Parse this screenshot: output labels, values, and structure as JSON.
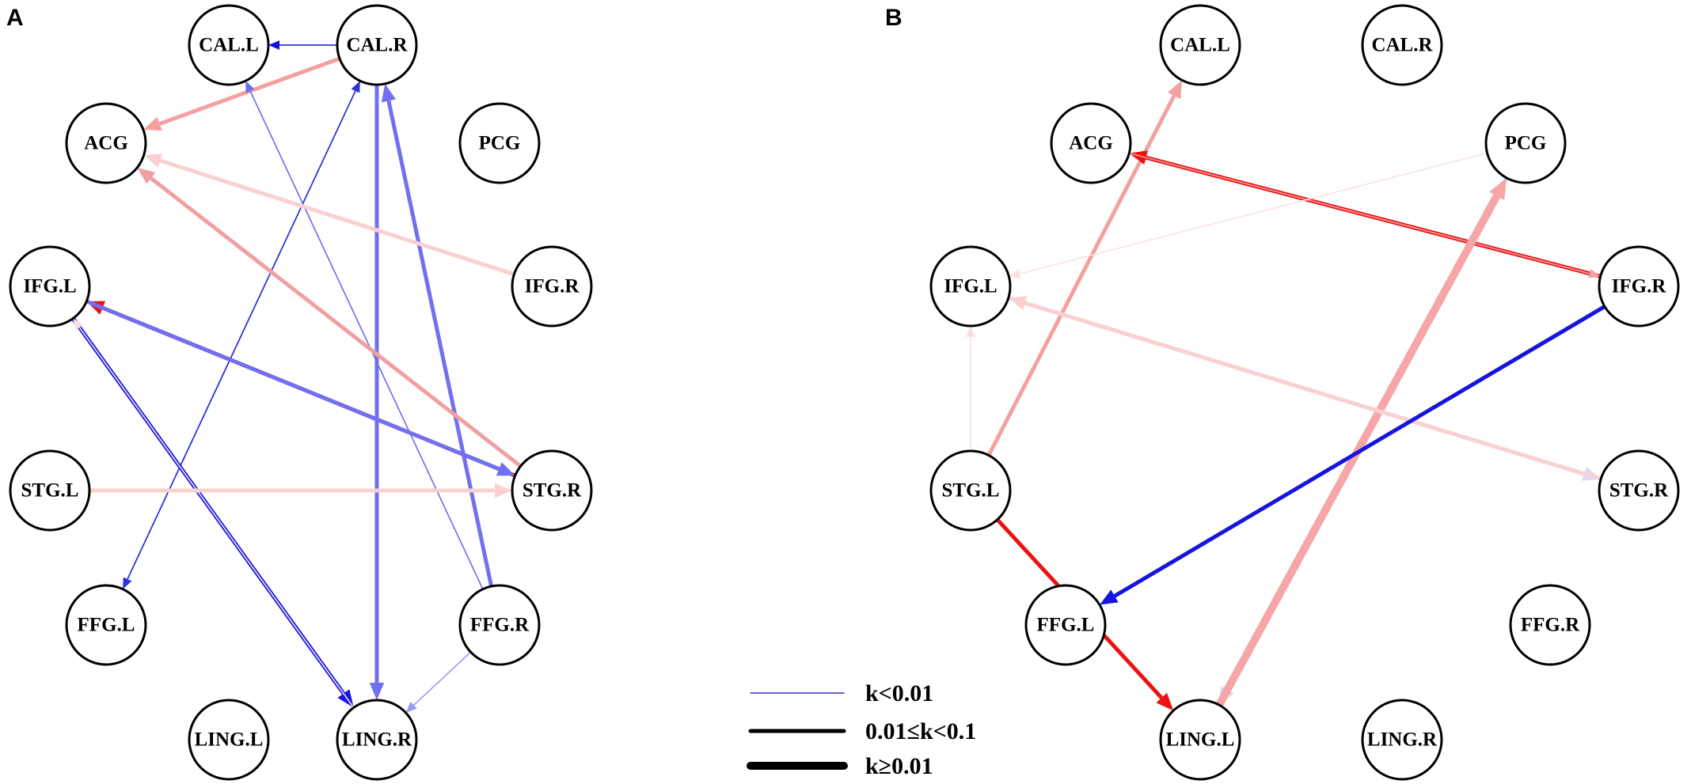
{
  "panels": [
    {
      "id": "A",
      "letter": "A",
      "nodes": [
        "CAL.L",
        "CAL.R",
        "ACG",
        "PCG",
        "IFG.L",
        "IFG.R",
        "STG.L",
        "STG.R",
        "FFG.L",
        "FFG.R",
        "LING.L",
        "LING.R"
      ],
      "edges": [
        {
          "from": "CAL.R",
          "to": "CAL.L",
          "sign": "negative",
          "color": "#1010e0",
          "weight": "k<0.01",
          "opacity": 1.0
        },
        {
          "from": "CAL.R",
          "to": "ACG",
          "sign": "positive",
          "color": "#f4a0a0",
          "weight": "0.01≤k<0.1",
          "opacity": 1.0
        },
        {
          "from": "CAL.R",
          "to": "FFG.L",
          "sign": "negative",
          "color": "#3030e0",
          "weight": "k<0.01",
          "opacity": 1.0
        },
        {
          "from": "CAL.R",
          "to": "LING.R",
          "sign": "negative",
          "color": "#7070f0",
          "weight": "0.01≤k<0.1",
          "opacity": 1.0
        },
        {
          "from": "FFG.L",
          "to": "CAL.R",
          "sign": "negative",
          "color": "#3030e0",
          "weight": "k<0.01",
          "opacity": 1.0
        },
        {
          "from": "FFG.R",
          "to": "CAL.R",
          "sign": "negative",
          "color": "#7070f0",
          "weight": "0.01≤k<0.1",
          "opacity": 1.0
        },
        {
          "from": "FFG.R",
          "to": "CAL.L",
          "sign": "negative",
          "color": "#6a6af0",
          "weight": "k<0.01",
          "opacity": 1.0
        },
        {
          "from": "FFG.R",
          "to": "LING.R",
          "sign": "negative",
          "color": "#9a9af5",
          "weight": "k<0.01",
          "opacity": 1.0
        },
        {
          "from": "IFG.R",
          "to": "ACG",
          "sign": "positive",
          "color": "#fad0d0",
          "weight": "0.01≤k<0.1",
          "opacity": 1.0
        },
        {
          "from": "STG.R",
          "to": "ACG",
          "sign": "positive",
          "color": "#f0a0a0",
          "weight": "0.01≤k<0.1",
          "opacity": 1.0
        },
        {
          "from": "STG.R",
          "to": "IFG.L",
          "sign": "positive",
          "color": "#ee1111",
          "weight": "0.01≤k<0.1",
          "opacity": 1.0
        },
        {
          "from": "IFG.L",
          "to": "STG.R",
          "sign": "negative",
          "color": "#7070f0",
          "weight": "0.01≤k<0.1",
          "opacity": 1.0
        },
        {
          "from": "IFG.L",
          "to": "LING.R",
          "sign": "negative",
          "color": "#1515e5",
          "weight": "0.01≤k<0.1",
          "opacity": 1.0
        },
        {
          "from": "STG.L",
          "to": "STG.R",
          "sign": "positive",
          "color": "#fad0d0",
          "weight": "0.01≤k<0.1",
          "opacity": 1.0
        },
        {
          "from": "LING.R",
          "to": "IFG.L",
          "sign": "positive",
          "color": "#fbe0e0",
          "weight": "k<0.01",
          "opacity": 1.0
        }
      ]
    },
    {
      "id": "B",
      "letter": "B",
      "nodes": [
        "CAL.L",
        "CAL.R",
        "ACG",
        "PCG",
        "IFG.L",
        "IFG.R",
        "STG.L",
        "STG.R",
        "FFG.L",
        "FFG.R",
        "LING.L",
        "LING.R"
      ],
      "edges": [
        {
          "from": "STG.L",
          "to": "CAL.L",
          "sign": "positive",
          "color": "#f4a0a0",
          "weight": "0.01≤k<0.1",
          "opacity": 1.0
        },
        {
          "from": "IFG.R",
          "to": "ACG",
          "sign": "positive",
          "color": "#ee1111",
          "weight": "0.01≤k<0.1",
          "opacity": 1.0
        },
        {
          "from": "ACG",
          "to": "IFG.R",
          "sign": "positive",
          "color": "#f0a0a0",
          "weight": "k<0.01",
          "opacity": 1.0
        },
        {
          "from": "PCG",
          "to": "IFG.L",
          "sign": "positive",
          "color": "#fbe0e0",
          "weight": "k<0.01",
          "opacity": 1.0
        },
        {
          "from": "PCG",
          "to": "LING.L",
          "sign": "negative",
          "color": "#d8d8f8",
          "weight": "0.01≤k<0.1",
          "opacity": 1.0
        },
        {
          "from": "LING.L",
          "to": "PCG",
          "sign": "positive",
          "color": "#f6a6a6",
          "weight": "k≥0.01",
          "opacity": 1.0
        },
        {
          "from": "IFG.L",
          "to": "STG.R",
          "sign": "negative",
          "color": "#d8d8f8",
          "weight": "0.01≤k<0.1",
          "opacity": 1.0
        },
        {
          "from": "STG.R",
          "to": "IFG.L",
          "sign": "positive",
          "color": "#fad0d0",
          "weight": "0.01≤k<0.1",
          "opacity": 1.0
        },
        {
          "from": "IFG.R",
          "to": "FFG.L",
          "sign": "negative",
          "color": "#1515dd",
          "weight": "0.01≤k<0.1",
          "opacity": 1.0
        },
        {
          "from": "STG.L",
          "to": "IFG.L",
          "sign": "positive",
          "color": "#fbe0e0",
          "weight": "k<0.01",
          "opacity": 1.0
        },
        {
          "from": "STG.L",
          "to": "LING.L",
          "sign": "positive",
          "color": "#ee1111",
          "weight": "0.01≤k<0.1",
          "opacity": 1.0
        }
      ]
    }
  ],
  "legend": [
    {
      "label": "k<0.01",
      "weight": "k<0.01",
      "color": "#3030c0"
    },
    {
      "label": "0.01≤k<0.1",
      "weight": "0.01≤k<0.1",
      "color": "#000000"
    },
    {
      "label": "k≥0.01",
      "weight": "k≥0.01",
      "color": "#000000"
    }
  ]
}
